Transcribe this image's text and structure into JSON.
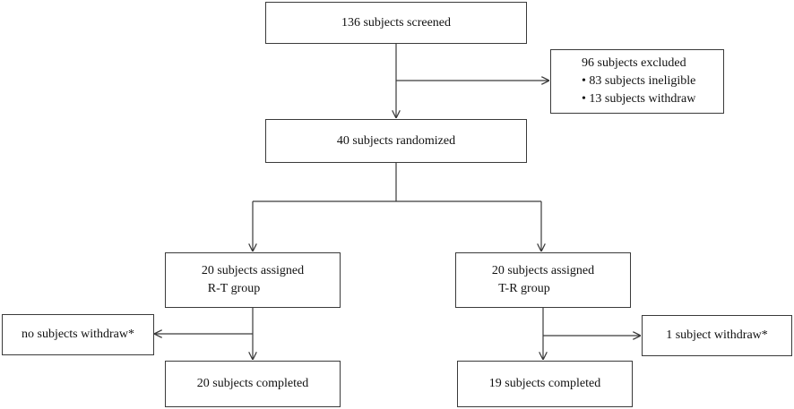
{
  "flowchart": {
    "screened": "136 subjects screened",
    "excluded": {
      "title": "96 subjects excluded",
      "items": [
        "83 subjects ineligible",
        "13 subjects withdraw"
      ]
    },
    "randomized": "40 subjects randomized",
    "arm_rt": {
      "line1": "20 subjects assigned",
      "line2": "R-T group",
      "withdraw": "no subjects withdraw*",
      "completed": "20 subjects completed"
    },
    "arm_tr": {
      "line1": "20 subjects assigned",
      "line2": "T-R group",
      "withdraw": "1 subject withdraw*",
      "completed": "19 subjects completed"
    }
  }
}
